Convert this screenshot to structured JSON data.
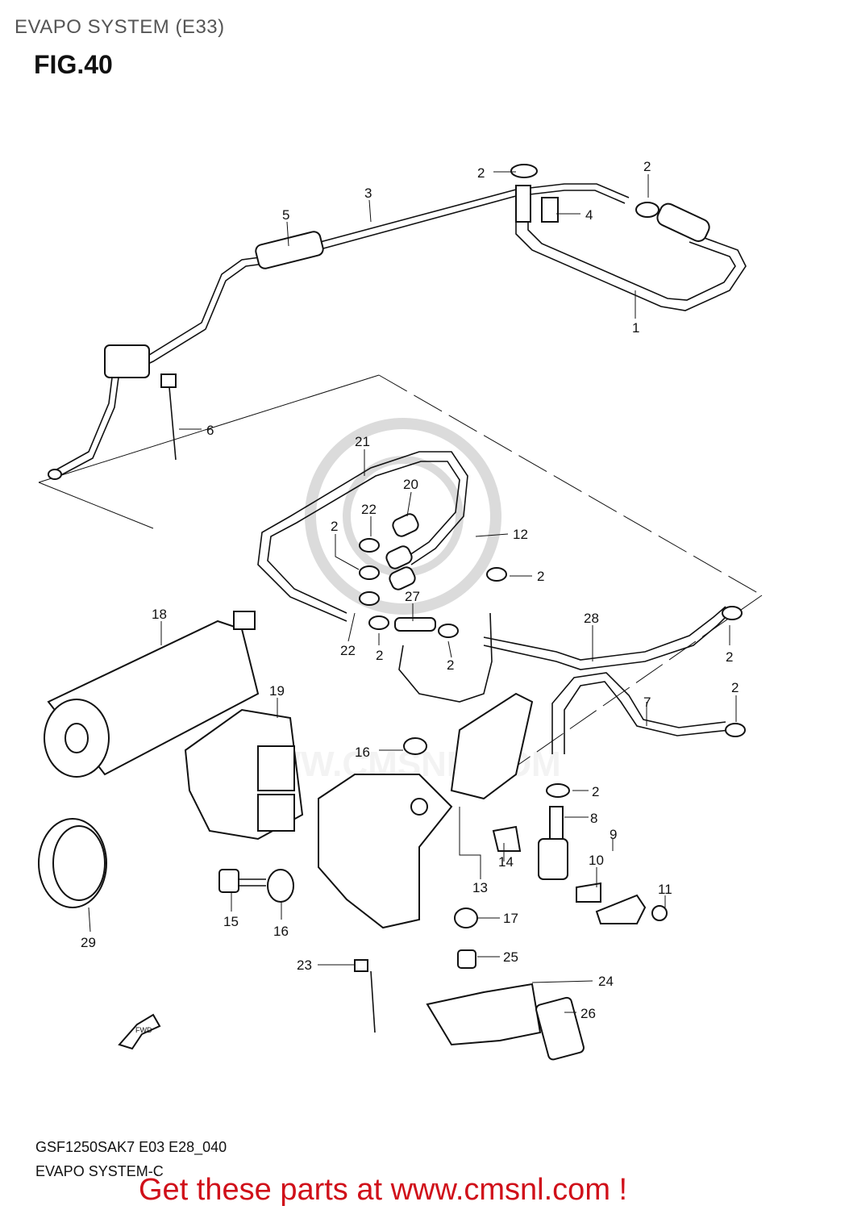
{
  "header": {
    "title": "EVAPO SYSTEM (E33)",
    "figure": "FIG.40"
  },
  "footer": {
    "model_code": "GSF1250SAK7 E03 E28_040",
    "section": "EVAPO SYSTEM-C",
    "promo": "Get these parts at www.cmsnl.com !"
  },
  "watermark": {
    "text": "WWW.CMSNL.COM"
  },
  "fwd_label": "FWD",
  "callouts": [
    {
      "id": "c1",
      "label": "1"
    },
    {
      "id": "c2a",
      "label": "2"
    },
    {
      "id": "c2b",
      "label": "2"
    },
    {
      "id": "c3",
      "label": "3"
    },
    {
      "id": "c4",
      "label": "4"
    },
    {
      "id": "c5",
      "label": "5"
    },
    {
      "id": "c6",
      "label": "6"
    },
    {
      "id": "c21",
      "label": "21"
    },
    {
      "id": "c20",
      "label": "20"
    },
    {
      "id": "c22a",
      "label": "22"
    },
    {
      "id": "c12",
      "label": "12"
    },
    {
      "id": "c2c",
      "label": "2"
    },
    {
      "id": "c2d",
      "label": "2"
    },
    {
      "id": "c27",
      "label": "27"
    },
    {
      "id": "c18",
      "label": "18"
    },
    {
      "id": "c28",
      "label": "28"
    },
    {
      "id": "c22b",
      "label": "22"
    },
    {
      "id": "c2e",
      "label": "2"
    },
    {
      "id": "c2f",
      "label": "2"
    },
    {
      "id": "c2g",
      "label": "2"
    },
    {
      "id": "c19",
      "label": "19"
    },
    {
      "id": "c2h",
      "label": "2"
    },
    {
      "id": "c7",
      "label": "7"
    },
    {
      "id": "c16a",
      "label": "16"
    },
    {
      "id": "c2i",
      "label": "2"
    },
    {
      "id": "c8",
      "label": "8"
    },
    {
      "id": "c9",
      "label": "9"
    },
    {
      "id": "c14",
      "label": "14"
    },
    {
      "id": "c10",
      "label": "10"
    },
    {
      "id": "c13",
      "label": "13"
    },
    {
      "id": "c11",
      "label": "11"
    },
    {
      "id": "c15",
      "label": "15"
    },
    {
      "id": "c16b",
      "label": "16"
    },
    {
      "id": "c17",
      "label": "17"
    },
    {
      "id": "c29",
      "label": "29"
    },
    {
      "id": "c25",
      "label": "25"
    },
    {
      "id": "c23",
      "label": "23"
    },
    {
      "id": "c24",
      "label": "24"
    },
    {
      "id": "c26",
      "label": "26"
    }
  ]
}
